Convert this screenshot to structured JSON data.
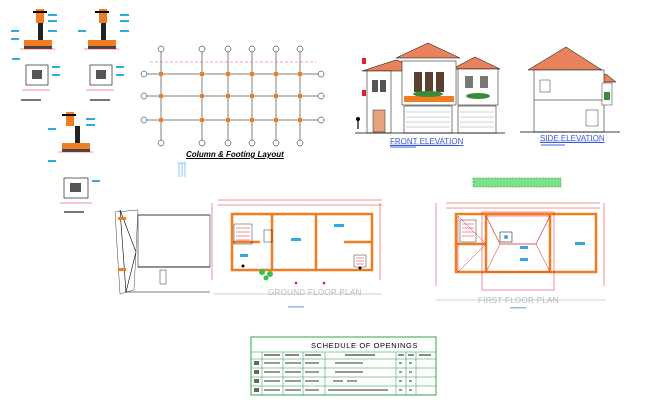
{
  "titles": {
    "column_footing_layout": "Column & Footing Layout",
    "front_elevation": "FRONT ELEVATION",
    "side_elevation": "SIDE ELEVATION",
    "ground_floor_plan": "GROUND FLOOR PLAN",
    "first_floor_plan": "FIRST FLOOR PLAN"
  },
  "schedule": {
    "title": "SCHEDULE OF OPENINGS"
  },
  "colors": {
    "wall": "#f07d22",
    "roof": "#e8825c",
    "dim_red": "#e0202a",
    "cyan": "#2fa8e8",
    "blue_text": "#3b5bd6",
    "table_border": "#1e9a3a",
    "green_bar": "#7ee08a",
    "grid": "#000000"
  }
}
